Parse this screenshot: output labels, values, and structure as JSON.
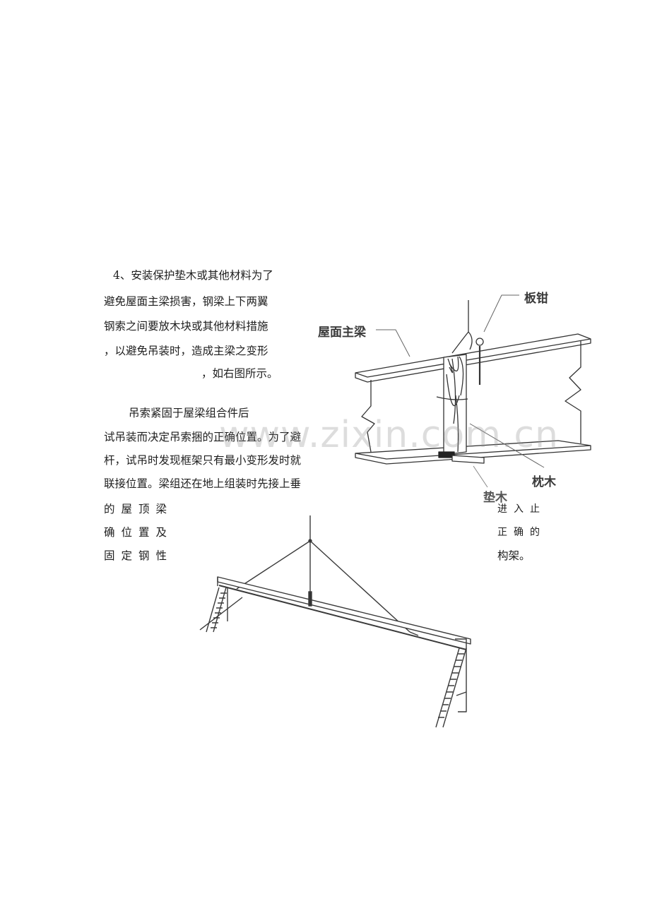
{
  "section4": {
    "lines": [
      "4、安装保护垫木或其他材料为了",
      "避免屋面主梁损害，钢梁上下两翼",
      "钢索之间要放木块或其他材料措施",
      "，以避免吊装时，造成主梁之变形",
      "，如右图所示。"
    ]
  },
  "section5": {
    "lines": [
      "吊索紧固于屋梁组合件后",
      "试吊装而决定吊索捆的正确位置。为了避",
      "杆，试吊时发现框架只有最小变形发时就",
      "联接位置。梁组还在地上组装时先接上垂"
    ],
    "left_fragments": [
      "的屋顶梁",
      "确位置及",
      "固定钢性"
    ],
    "right_fragments": [
      "进入止",
      "正确的",
      "构架。"
    ]
  },
  "figure1": {
    "labels": {
      "clamp": "板钳",
      "main_beam": "屋面主梁",
      "sleeper": "枕木",
      "pad_wood": "垫木"
    }
  },
  "figure2": {
    "description": "roof beam lifted by crane sling with ladders at both ends"
  },
  "watermark": "www.zixin.com.cn"
}
